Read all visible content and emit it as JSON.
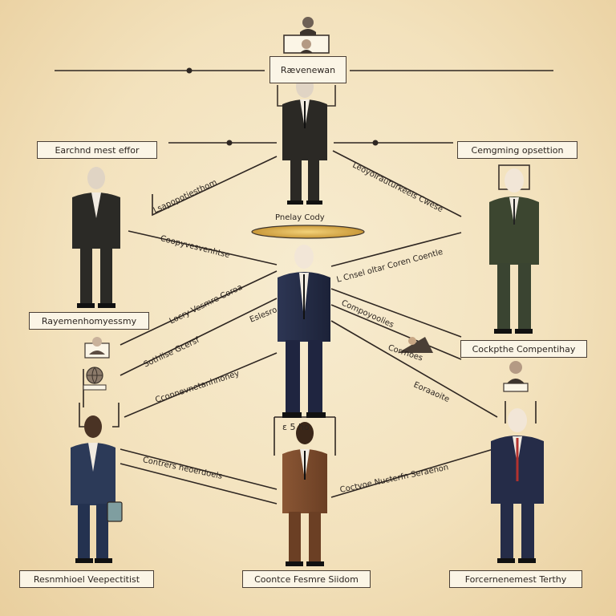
{
  "top_box": {
    "label": "Rævenewan"
  },
  "left_box": {
    "label": "Earchnd mest effor"
  },
  "right_box": {
    "label": "Cemgming opsettion"
  },
  "center_tag": {
    "label": "Pnelay Cody"
  },
  "left_person_box": {
    "label": "Rayemenhomyessmy"
  },
  "right_person_box": {
    "label": "Cockpthe Compentihay"
  },
  "mid_person_tag": {
    "label": "ɛ 5 ho"
  },
  "bottom_left_box": {
    "label": "Resnmhioel Veepectitist"
  },
  "bottom_center_box": {
    "label": "Coontce Fesmre Siidom"
  },
  "bottom_right_box": {
    "label": "Forcernenemest Terthy"
  },
  "connector_labels": [
    "Leoyolrauturkeels Cwese",
    "Lsapopotiesthom",
    "Coopyvesvenhtse",
    "L Cnsel oltar Coren Coentle",
    "Locry Vesmre Coroa",
    "Eslesro",
    "Compoyoolies",
    "Sothlise Gcersf",
    "Corrnoes",
    "Cconnevnetanhnoney",
    "Eoraaoite",
    "Contrers heoerdoels",
    "Coctvoe Nucterfn Seraenon"
  ],
  "colors": {
    "background": "#f3e2bd",
    "line": "#2f2722",
    "box_fill": "#fbf5e6",
    "ellipse": "#e2b85a"
  }
}
